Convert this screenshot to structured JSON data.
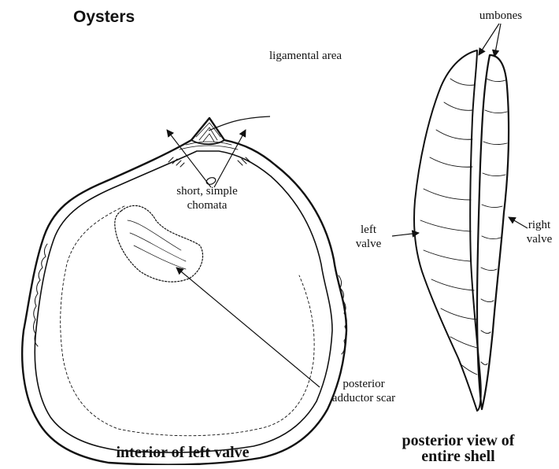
{
  "title": "Oysters",
  "labels": {
    "ligamental_area": "ligamental area",
    "chomata_line1": "short, simple",
    "chomata_line2": "chomata",
    "adductor_line1": "posterior",
    "adductor_line2": "adductor scar",
    "umbones": "umbones",
    "left_valve_line1": "left",
    "left_valve_line2": "valve",
    "right_valve_line1": "right",
    "right_valve_line2": "valve"
  },
  "captions": {
    "interior": "interior of left valve",
    "posterior_line1": "posterior view of",
    "posterior_line2": "entire shell"
  },
  "colors": {
    "ink": "#111111",
    "background": "#ffffff"
  }
}
